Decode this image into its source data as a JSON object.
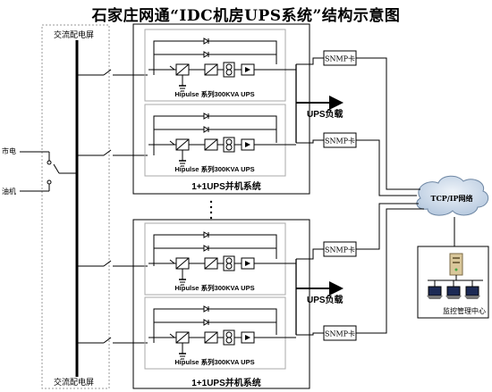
{
  "title": "石家庄网通“IDC机房UPS系统”结构示意图",
  "labels": {
    "switchboard_top": "交流配电屏",
    "switchboard_bottom": "交流配电屏",
    "mains": "市电",
    "generator": "油机",
    "ups_load": "UPS负载",
    "parallel_system": "1+1UPS并机系统",
    "snmp_card": "SNMP卡",
    "network": "TCP/IP网络",
    "monitor_center": "监控管理中心"
  },
  "ups_units": [
    {
      "label": "Hipulse 系列300KVA UPS"
    },
    {
      "label": "Hipulse 系列300KVA UPS"
    },
    {
      "label": "Hipulse 系列300KVA UPS"
    },
    {
      "label": "Hipulse 系列300KVA UPS"
    }
  ],
  "groups": [
    {
      "label": "1+1UPS并机系统",
      "load_label": "UPS负载"
    },
    {
      "label": "1+1UPS并机系统",
      "load_label": "UPS负载"
    }
  ],
  "colors": {
    "line": "#000000",
    "ups_panel": "#aaaaaa",
    "cloud": "#c9d7e6"
  }
}
